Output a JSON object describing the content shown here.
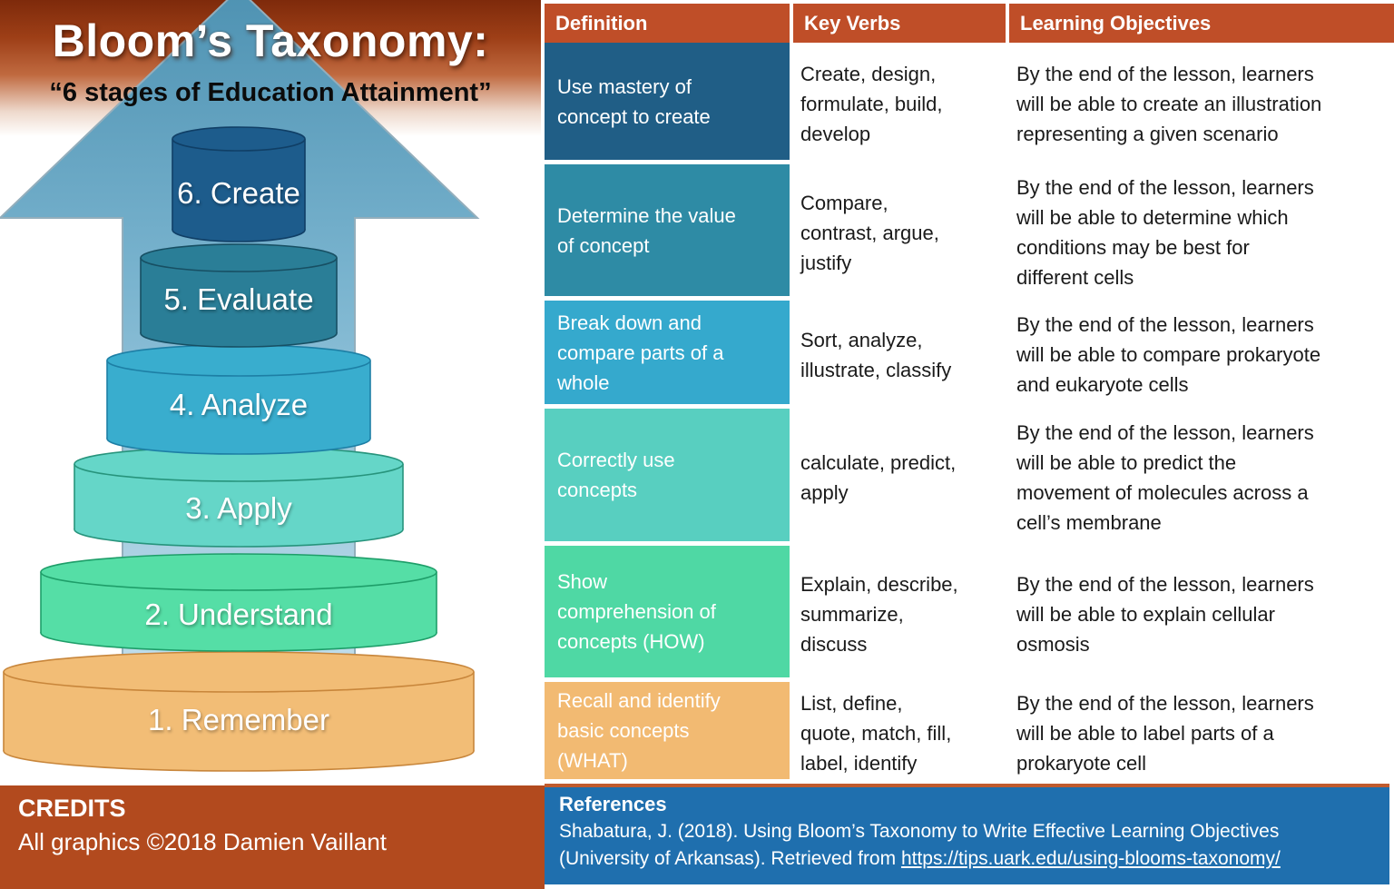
{
  "left_panel": {
    "title": "Bloom’s Taxonomy:",
    "subtitle": "“6 stages of Education Attainment”",
    "levels": [
      {
        "label": "6. Create",
        "color": "#1D5C8C"
      },
      {
        "label": "5. Evaluate",
        "color": "#2A7E97"
      },
      {
        "label": "4. Analyze",
        "color": "#39ADCE"
      },
      {
        "label": "3. Apply",
        "color": "#65D6C8"
      },
      {
        "label": "2. Understand",
        "color": "#55DEA6"
      },
      {
        "label": "1. Remember",
        "color": "#F2BD76"
      }
    ]
  },
  "table": {
    "headers": [
      "Definition",
      "Key Verbs",
      "Learning Objectives"
    ],
    "rows": [
      {
        "definition": "Use mastery of\nconcept to create",
        "key_verbs": "Create, design,\nformulate, build,\ndevelop",
        "learning_objective": "By the end of the lesson, learners\nwill be able to create an illustration\nrepresenting a given scenario",
        "color": "#205E86"
      },
      {
        "definition": "Determine the value\nof concept",
        "key_verbs": "Compare,\ncontrast, argue,\njustify",
        "learning_objective": "By the end of the lesson, learners\nwill be able to determine which\nconditions may be best for\ndifferent cells",
        "color": "#2E8BA5"
      },
      {
        "definition": "Break down and\ncompare parts of a\nwhole",
        "key_verbs": "Sort, analyze,\nillustrate, classify",
        "learning_objective": "By the end of the lesson, learners\nwill be able to compare prokaryote\nand eukaryote cells",
        "color": "#35A9CD"
      },
      {
        "definition": "Correctly use\nconcepts",
        "key_verbs": "calculate, predict,\napply",
        "learning_objective": "By the end of the lesson, learners\nwill be able to predict the\nmovement of molecules across a\ncell’s membrane",
        "color": "#58CFC0"
      },
      {
        "definition": "Show\ncomprehension of\nconcepts (HOW)",
        "key_verbs": "Explain, describe,\nsummarize,\ndiscuss",
        "learning_objective": "By the end of the lesson, learners\nwill be able to explain cellular\nosmosis",
        "color": "#4FD8A4"
      },
      {
        "definition": "Recall and identify\nbasic concepts\n(WHAT)",
        "key_verbs": "List, define,\nquote, match, fill,\nlabel, identify",
        "learning_objective": "By the end of the lesson, learners\nwill be able to label parts of a\nprokaryote cell",
        "color": "#F2BA72"
      }
    ],
    "header_bg": "#BF4E28"
  },
  "credits": {
    "heading": "CREDITS",
    "text": "All graphics ©2018 Damien Vaillant",
    "bg": "#B24A1E"
  },
  "references": {
    "heading": "References",
    "citation": "Shabatura, J. (2018). Using Bloom’s Taxonomy to Write Effective Learning Objectives\n(University of Arkansas). Retrieved from ",
    "link": "https://tips.uark.edu/using-blooms-taxonomy/",
    "bg": "#1F6FAE"
  },
  "colors": {
    "arrow_top": "#4E92B2",
    "arrow_mid": "#7AB4CF",
    "arrow_bottom": "#CBE4F0",
    "title_band_top": "#7E2A0B"
  }
}
